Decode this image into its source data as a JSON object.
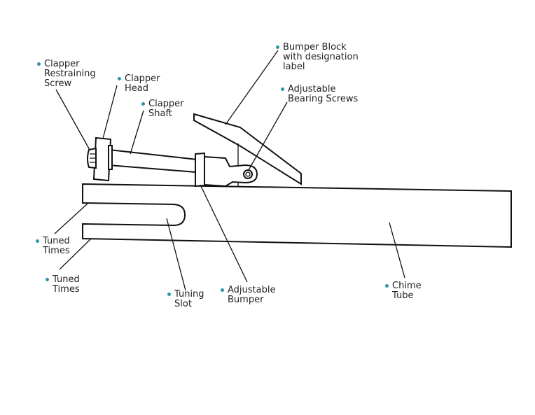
{
  "accent_color": "#2a96a8",
  "labels": {
    "clapper_restraining_screw": [
      "Clapper",
      "Restraining",
      "Screw"
    ],
    "clapper_head": [
      "Clapper",
      "Head"
    ],
    "clapper_shaft": [
      "Clapper",
      "Shaft"
    ],
    "bumper_block": [
      "Bumper Block",
      "with designation",
      "label"
    ],
    "adjustable_bearing_screws": [
      "Adjustable",
      "Bearing Screws"
    ],
    "tuned_times_1": [
      "Tuned",
      "Times"
    ],
    "tuned_times_2": [
      "Tuned",
      "Times"
    ],
    "tuning_slot": [
      "Tuning",
      "Slot"
    ],
    "adjustable_bumper": [
      "Adjustable",
      "Bumper"
    ],
    "chime_tube": [
      "Chime",
      "Tube"
    ]
  }
}
